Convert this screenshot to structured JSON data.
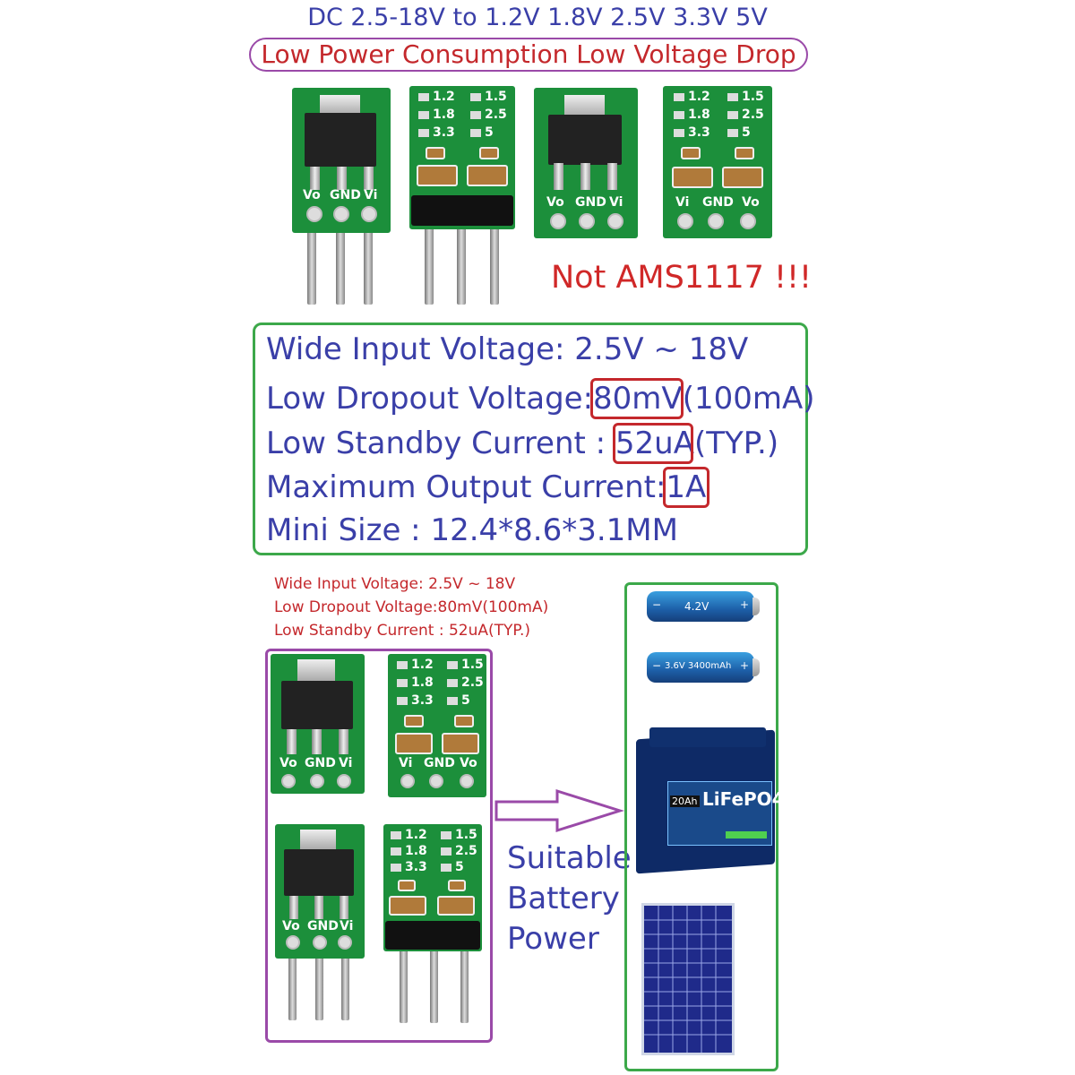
{
  "header": {
    "title": "DC 2.5-18V to 1.2V 1.8V 2.5V 3.3V 5V",
    "subtitle": "Low Power Consumption  Low Voltage Drop"
  },
  "callout": {
    "text": "Not AMS1117 !!!"
  },
  "board_labels": {
    "vo": "Vo",
    "gnd": "GND",
    "vi": "Vi",
    "v12": "1.2",
    "v15": "1.5",
    "v18": "1.8",
    "v25": "2.5",
    "v33": "3.3",
    "v5": "5"
  },
  "features": {
    "input_prefix": "Wide Input Voltage: 2.5V ~ 18V",
    "dropout_prefix": "Low Dropout Voltage:",
    "dropout_value": "80mV",
    "dropout_suffix": "(100mA)",
    "standby_prefix": "Low Standby Current : ",
    "standby_value": "52uA",
    "standby_suffix": "(TYP.)",
    "output_prefix": "Maximum Output Current:",
    "output_value": "1A",
    "size": "Mini Size : 12.4*8.6*3.1MM"
  },
  "small_specs": {
    "input": "Wide Input Voltage: 2.5V ~ 18V",
    "dropout": "Low Dropout Voltage:80mV(100mA)",
    "standby": "Low Standby Current : 52uA(TYP.)"
  },
  "suitable": {
    "line1": "Suitable",
    "line2": "Battery",
    "line3": "Power"
  },
  "batteries": {
    "cell1_label": "4.2V",
    "cell2_label": "3.6V 3400mAh",
    "lifepo4_cap": "20Ah",
    "lifepo4_chem": "LiFePO4",
    "plus": "+",
    "minus": "−"
  },
  "colors": {
    "blue_text": "#3a3fa8",
    "red_text": "#c4282c",
    "green_border": "#3ca84a",
    "purple_border": "#9a4aa8",
    "pcb_green": "#1c8f3b"
  }
}
